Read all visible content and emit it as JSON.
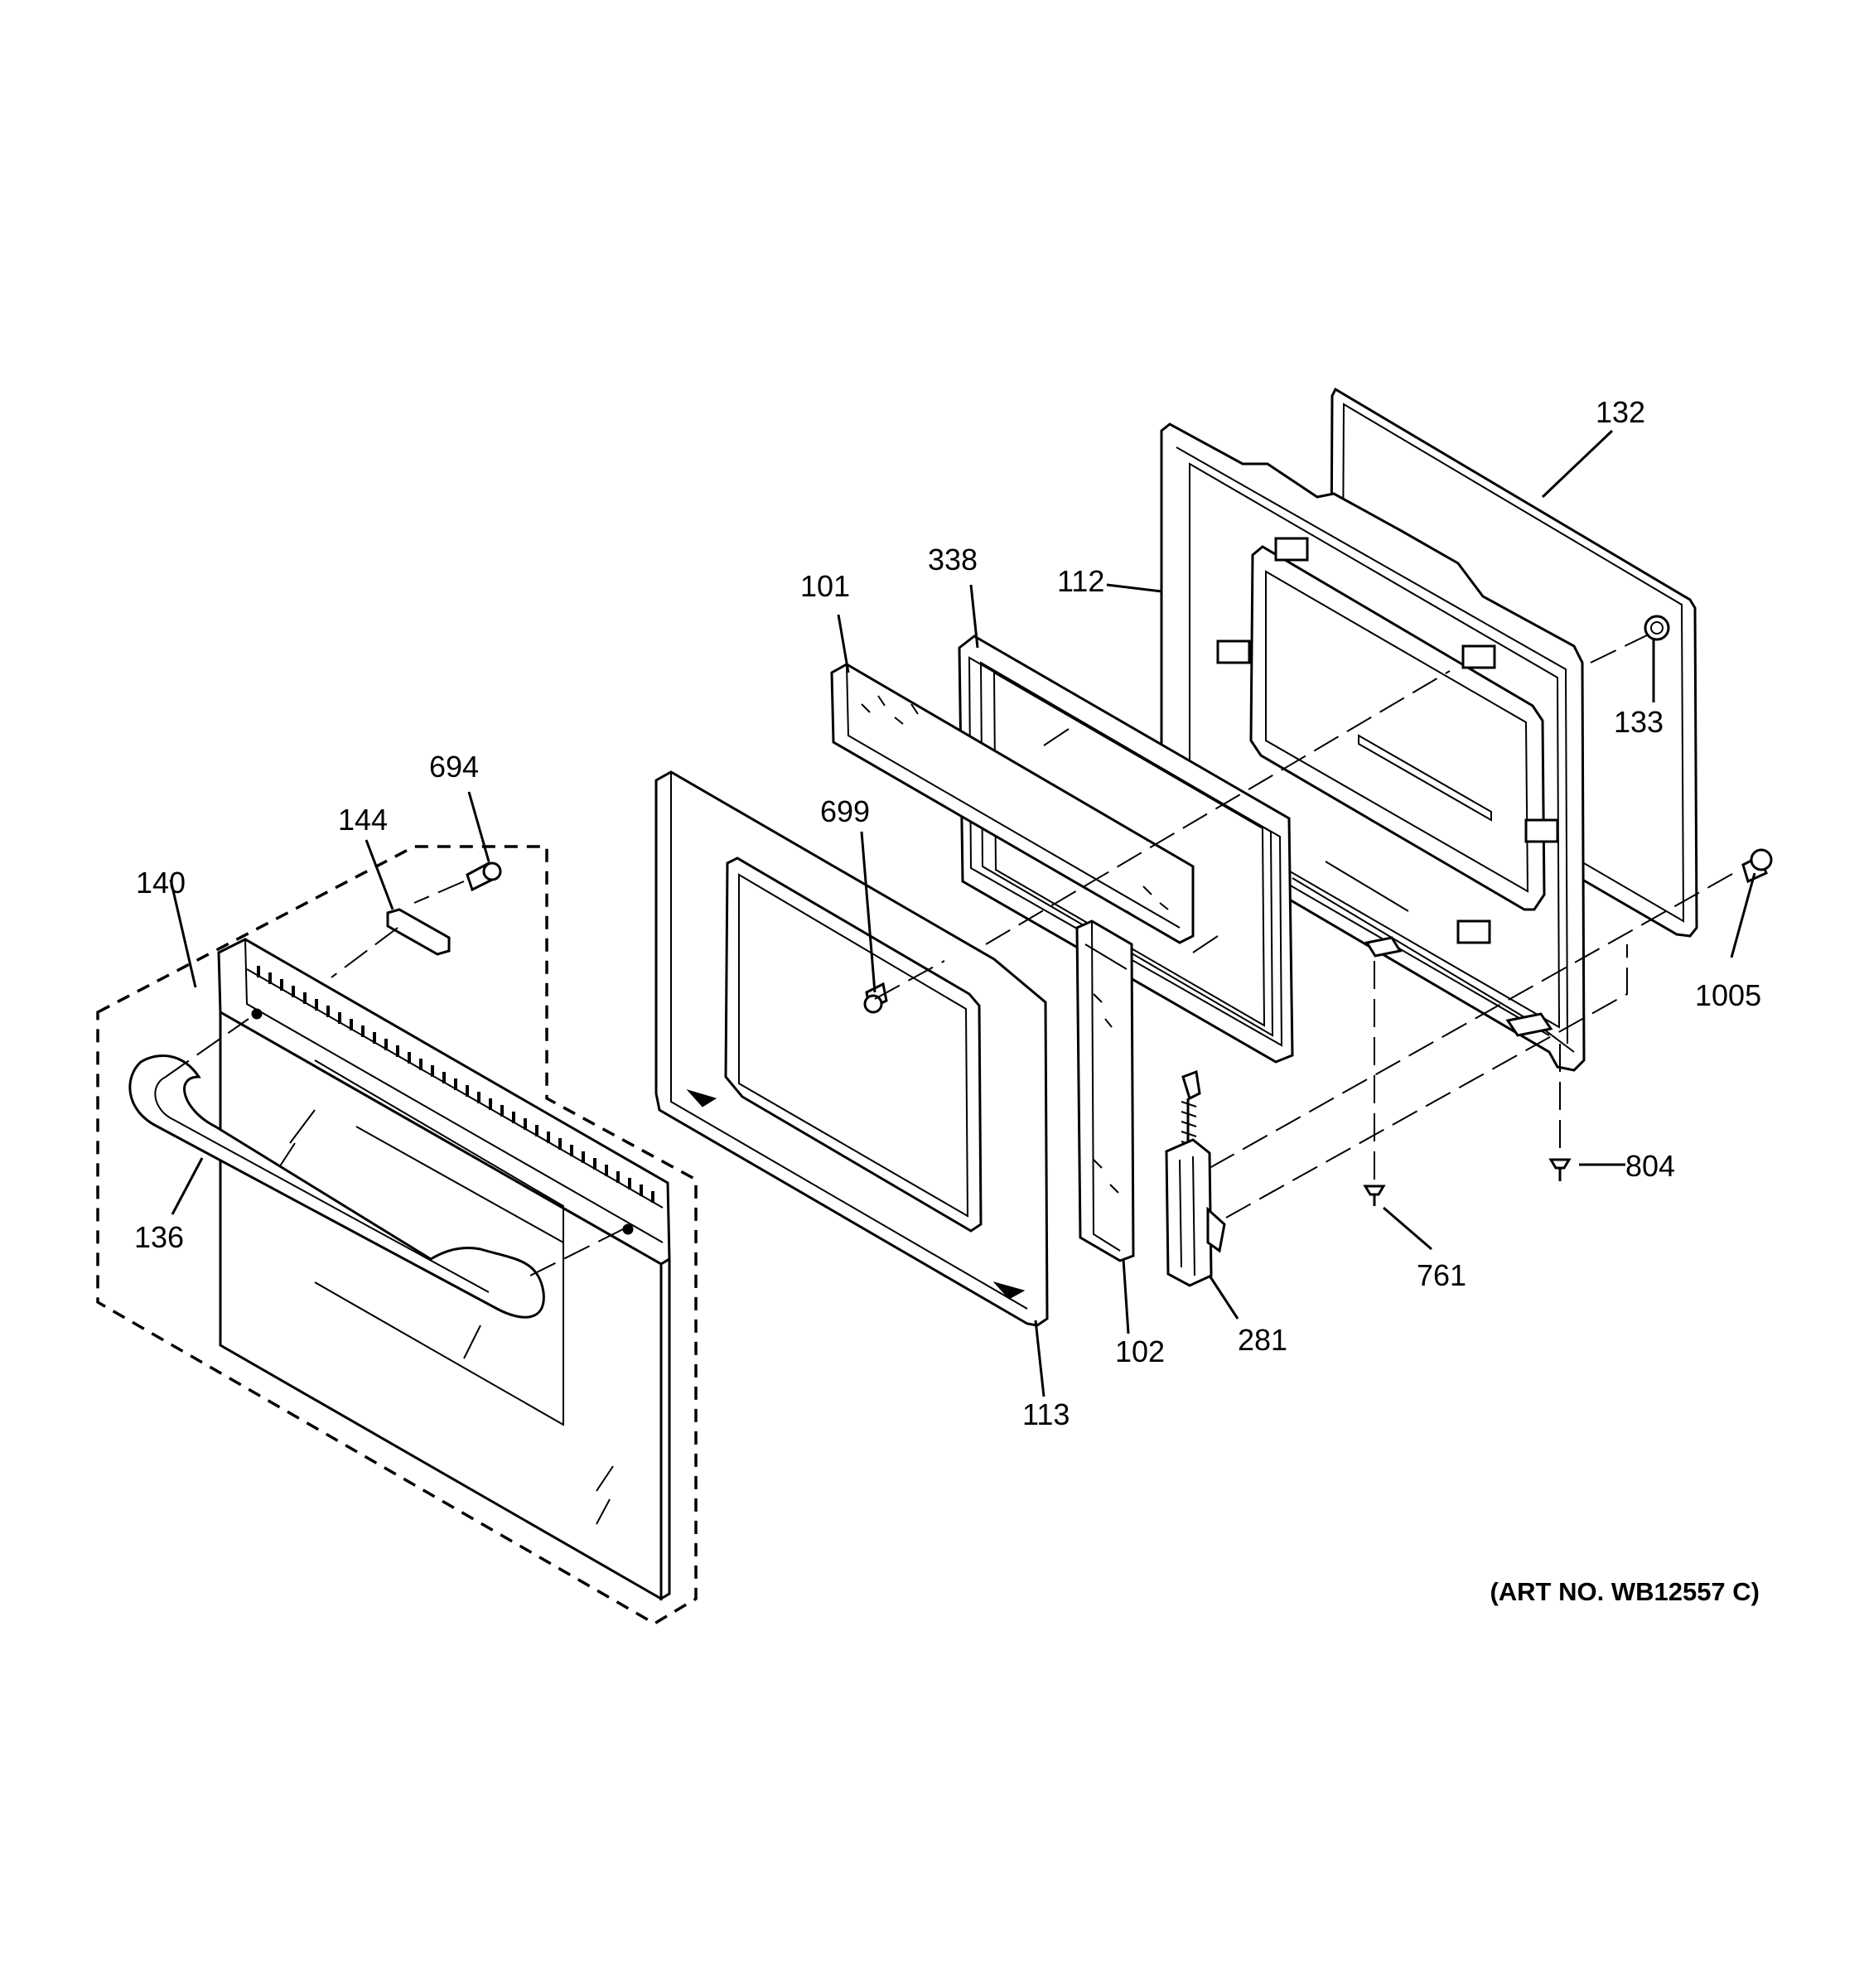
{
  "diagram": {
    "art_number": "(ART NO. WB12557 C)",
    "callouts": {
      "p101": "101",
      "p102": "102",
      "p112": "112",
      "p113": "113",
      "p132": "132",
      "p133": "133",
      "p136": "136",
      "p140": "140",
      "p144": "144",
      "p281": "281",
      "p338": "338",
      "p694": "694",
      "p699": "699",
      "p761": "761",
      "p804": "804",
      "p1005": "1005"
    }
  }
}
